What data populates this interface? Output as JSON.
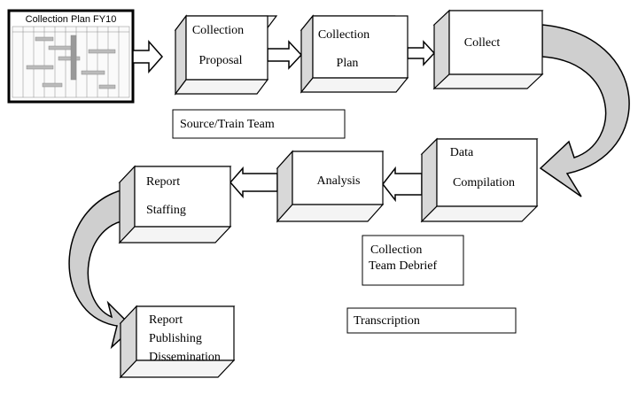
{
  "thumbnail": {
    "title": "Collection Plan FY10"
  },
  "steps": {
    "proposal": [
      "Collection",
      "Proposal"
    ],
    "plan": [
      "Collection",
      "Plan"
    ],
    "collect": [
      "Collect"
    ],
    "compilation": [
      "Data",
      "Compilation"
    ],
    "analysis": [
      "Analysis"
    ],
    "staffing": [
      "Report",
      "Staffing"
    ],
    "publishing": [
      "Report",
      "Publishing",
      "Dissemination"
    ]
  },
  "notes": {
    "source_train": "Source/Train Team",
    "debrief": [
      "Collection",
      "Team Debrief"
    ],
    "transcription": "Transcription"
  },
  "colors": {
    "box_front": "#ffffff",
    "box_side": "#d8d8d8",
    "box_top": "#f4f4f4",
    "curve_fill": "#cfcfcf",
    "stroke": "#000000"
  }
}
